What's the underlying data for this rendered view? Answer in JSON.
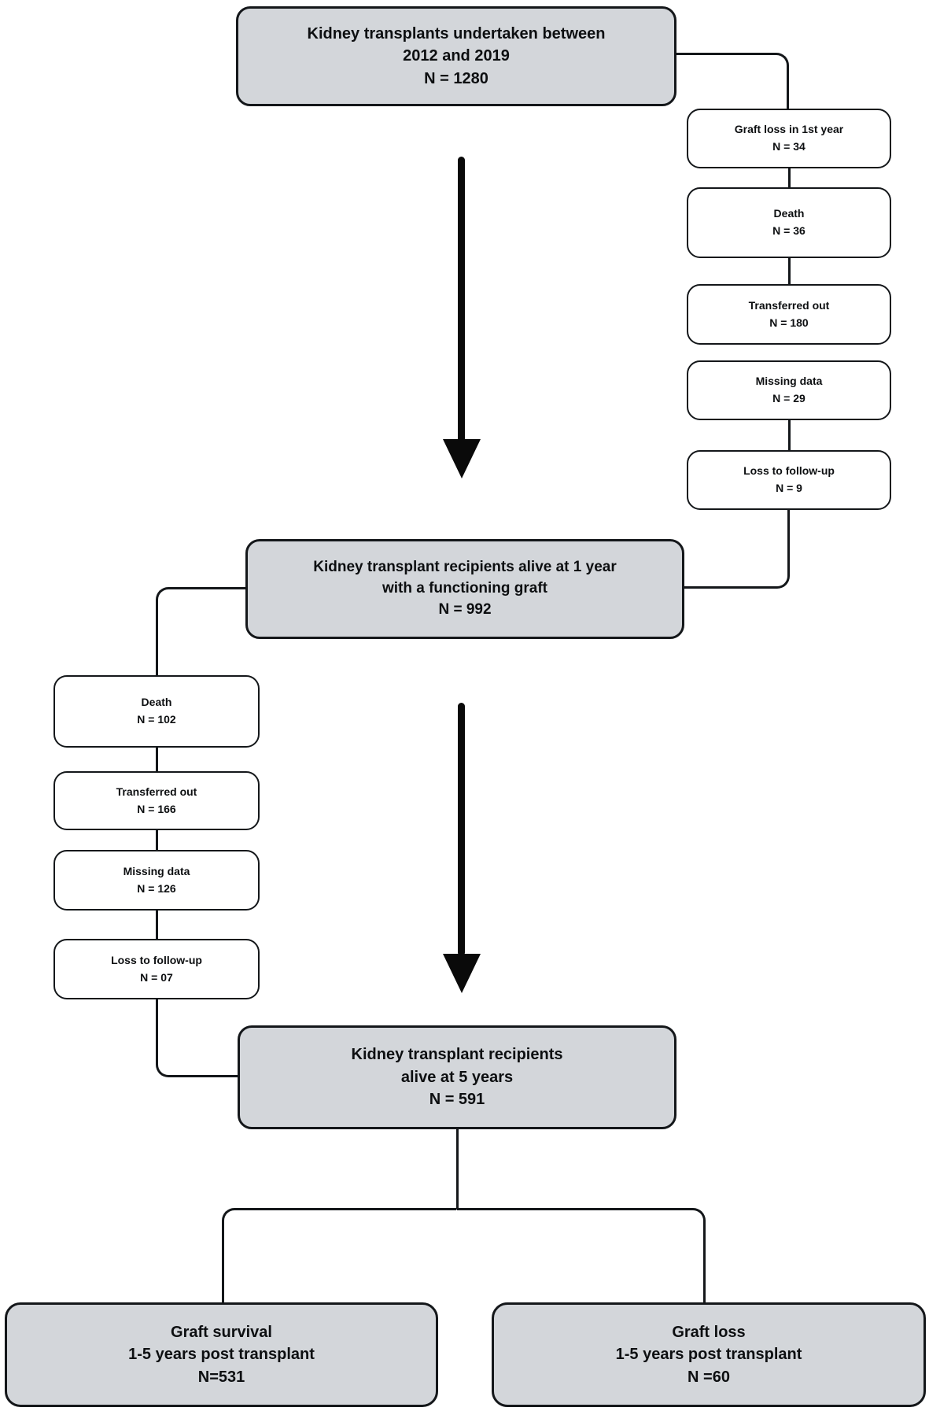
{
  "diagram": {
    "title_hint": "Kidney transplant cohort flow diagram",
    "colors": {
      "main_box_fill": "#d3d6da",
      "exclusion_box_fill": "#ffffff",
      "line_color": "#14171a",
      "arrow_color": "#0a0a0a",
      "text_color": "#0d0f11"
    },
    "main_boxes": {
      "transplants": {
        "lines": [
          "Kidney transplants undertaken between",
          "2012 and 2019",
          "N = 1280"
        ]
      },
      "alive_1yr": {
        "lines": [
          "Kidney transplant recipients alive at 1 year",
          "with a functioning graft",
          "N = 992"
        ]
      },
      "alive_5yr": {
        "lines": [
          "Kidney transplant recipients",
          "alive at 5 years",
          "N = 591"
        ]
      },
      "graft_survival": {
        "lines": [
          "Graft survival",
          "1-5 years post transplant",
          "N=531"
        ]
      },
      "graft_loss": {
        "lines": [
          "Graft loss",
          "1-5 years post transplant",
          "N =60"
        ]
      }
    },
    "right_exclusions": [
      {
        "label": "Graft loss in 1st year",
        "n": "N = 34"
      },
      {
        "label": "Death",
        "n": "N = 36"
      },
      {
        "label": "Transferred out",
        "n": "N = 180"
      },
      {
        "label": "Missing data",
        "n": "N = 29"
      },
      {
        "label": "Loss to follow-up",
        "n": "N = 9"
      }
    ],
    "left_exclusions": [
      {
        "label": "Death",
        "n": "N = 102"
      },
      {
        "label": "Transferred out",
        "n": "N = 166"
      },
      {
        "label": "Missing data",
        "n": "N = 126"
      },
      {
        "label": "Loss to follow-up",
        "n": "N = 07"
      }
    ]
  }
}
